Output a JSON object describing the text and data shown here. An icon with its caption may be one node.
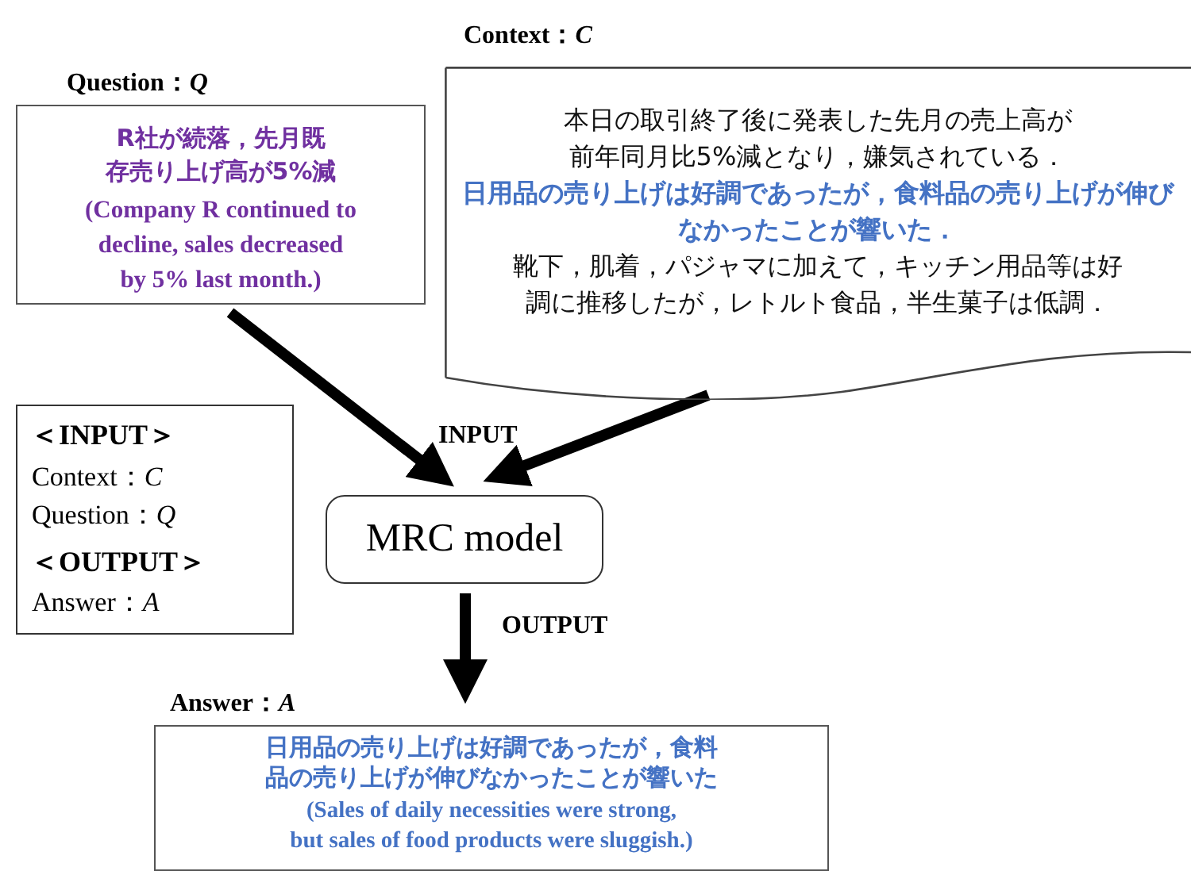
{
  "diagram": {
    "nodes": [
      {
        "text": [
          "Question：*Q*",
          "R社が続落，先月既存売り上げ高が5%減",
          "(Company R continued to decline, sales decreased by 5% last month.)"
        ]
      },
      {
        "text": [
          "Context：*C*",
          "本日の取引終了後に発表した先月の売上高が前年同月比5%減となり，嫌気されている．",
          "日用品の売り上げは好調であったが，食料品の売り上げが伸びなかったことが響いた．",
          "靴下，肌着，パジャマに加えて，キッチン用品等は好調に推移したが，レトルト食品，半生菓子は低調．"
        ]
      },
      {
        "text": [
          "MRC model"
        ]
      },
      {
        "text": [
          "＜INPUT＞",
          "Context：*C*",
          "Question：*Q*",
          "＜OUTPUT＞",
          "Answer：*A*"
        ]
      },
      {
        "text": [
          "Answer：*A*",
          "日用品の売り上げは好調であったが，食料品の売り上げが伸びなかったことが響いた",
          "(Sales of daily necessities were strong, but sales of food products were sluggish.)"
        ]
      }
    ],
    "edges": [
      {
        "from": 0,
        "to": 2,
        "arrow": "to"
      },
      {
        "from": 1,
        "to": 2,
        "arrow": "to"
      },
      {
        "from": 2,
        "to": 4,
        "arrow": "to",
        "label": "OUTPUT"
      }
    ],
    "labels": [
      "INPUT"
    ]
  }
}
